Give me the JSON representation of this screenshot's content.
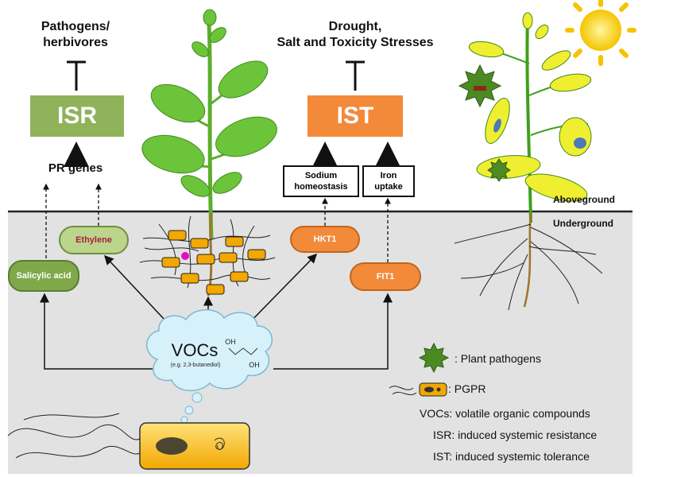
{
  "labels": {
    "pathogens": "Pathogens/\nherbivores",
    "stresses": "Drought,\nSalt and Toxicity Stresses",
    "isr": "ISR",
    "ist": "IST",
    "pr_genes": "PR genes",
    "sodium": "Sodium\nhomeostasis",
    "iron": "Iron\nuptake",
    "aboveground": "Aboveground",
    "underground": "Underground",
    "ethylene": "Ethylene",
    "salicylic": "Salicylic acid",
    "hkt1": "HKT1",
    "fit1": "FIT1",
    "vocs": "VOCs",
    "vocs_example": "(e.g. 2,3-butanediol)",
    "oh1": "OH",
    "oh2": "OH"
  },
  "legend": {
    "pathogens": ": Plant pathogens",
    "pgpr": ": PGPR",
    "vocs": "VOCs: volatile organic compounds",
    "isr": "ISR: induced systemic resistance",
    "ist": "IST: induced systemic tolerance"
  },
  "colors": {
    "isr_green": "#8fb25a",
    "ist_orange": "#f28a3a",
    "soil_gray": "#e2e2e2",
    "leaf_green": "#6cc43a",
    "yellow_leaf": "#f0ee30",
    "cloud_blue": "#d7f1fb"
  }
}
